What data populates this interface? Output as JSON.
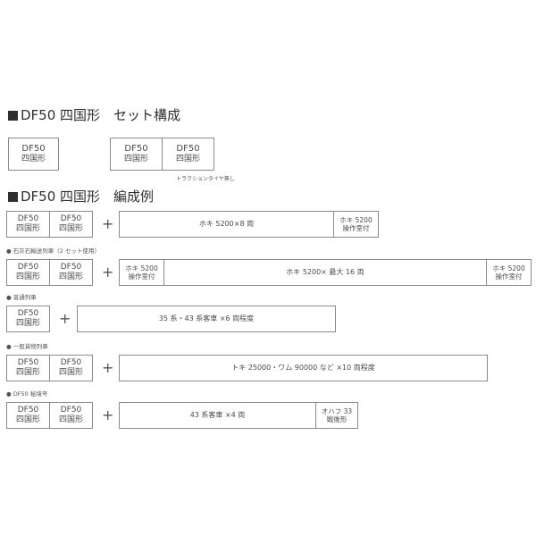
{
  "set_section": {
    "title": "DF50 四国形　セット構成",
    "unit_line1": "DF50",
    "unit_line2": "四国形",
    "traction_note": "トラクションタイヤ無し"
  },
  "formation_section": {
    "title": "DF50 四国形　編成例",
    "plus": "+",
    "rows": [
      {
        "caption": "",
        "car": "ホキ 5200×8 両",
        "cab_line1": "ホキ 5200",
        "cab_line2": "操作室付"
      },
      {
        "caption": "● 石灰石輸送列車（2 セット使用）",
        "cab_left_line1": "ホキ 5200",
        "cab_left_line2": "操作室付",
        "car": "ホキ 5200× 最大 16 両",
        "cab_right_line1": "ホキ 5200",
        "cab_right_line2": "操作室付"
      },
      {
        "caption": "● 普通列車",
        "car": "35 系・43 系客車 ×6 両程度"
      },
      {
        "caption": "● 一般貨物列車",
        "car": "トキ 25000・ワム 90000 など ×10 両程度"
      },
      {
        "caption": "● DF50 秘境号",
        "car": "43 系客車 ×4 両",
        "cab_line1": "オハフ 33",
        "cab_line2": "戦後形"
      }
    ]
  }
}
